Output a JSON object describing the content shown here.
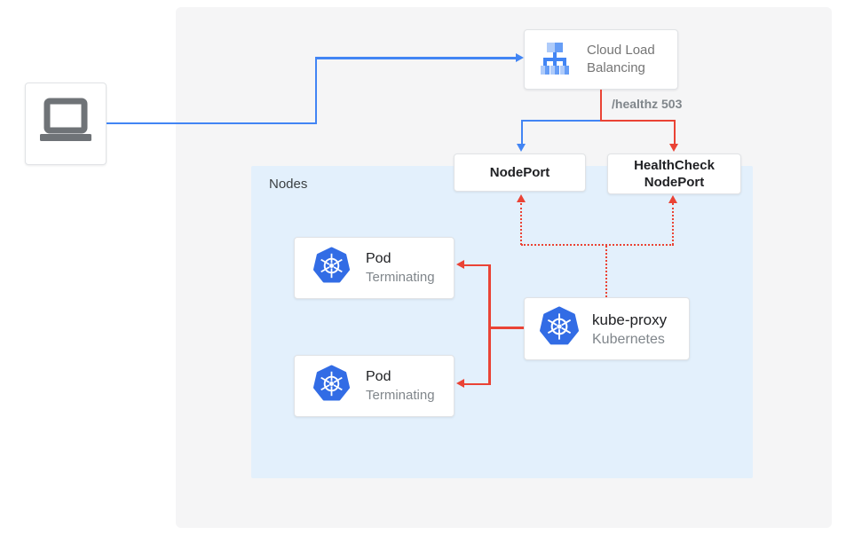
{
  "colors": {
    "traffic_blue": "#4285f4",
    "health_red": "#ea4335",
    "kubernetes_blue": "#326ce5",
    "icon_blue_light": "#aecbfa",
    "icon_blue_mid": "#669df6",
    "nodes_background": "#e3f0fc",
    "panel_background": "#f5f5f6",
    "text_dark": "#202124",
    "text_gray": "#80868b"
  },
  "diagram": {
    "nodes_group_label": "Nodes",
    "cloud_load_balancing": {
      "line1": "Cloud Load",
      "line2": "Balancing"
    },
    "healthz_label": "/healthz 503",
    "nodeport_label": "NodePort",
    "healthcheck_nodeport": {
      "line1": "HealthCheck",
      "line2": "NodePort"
    },
    "pod1": {
      "title": "Pod",
      "status": "Terminating"
    },
    "pod2": {
      "title": "Pod",
      "status": "Terminating"
    },
    "kube_proxy": {
      "title": "kube-proxy",
      "subtitle": "Kubernetes"
    }
  }
}
